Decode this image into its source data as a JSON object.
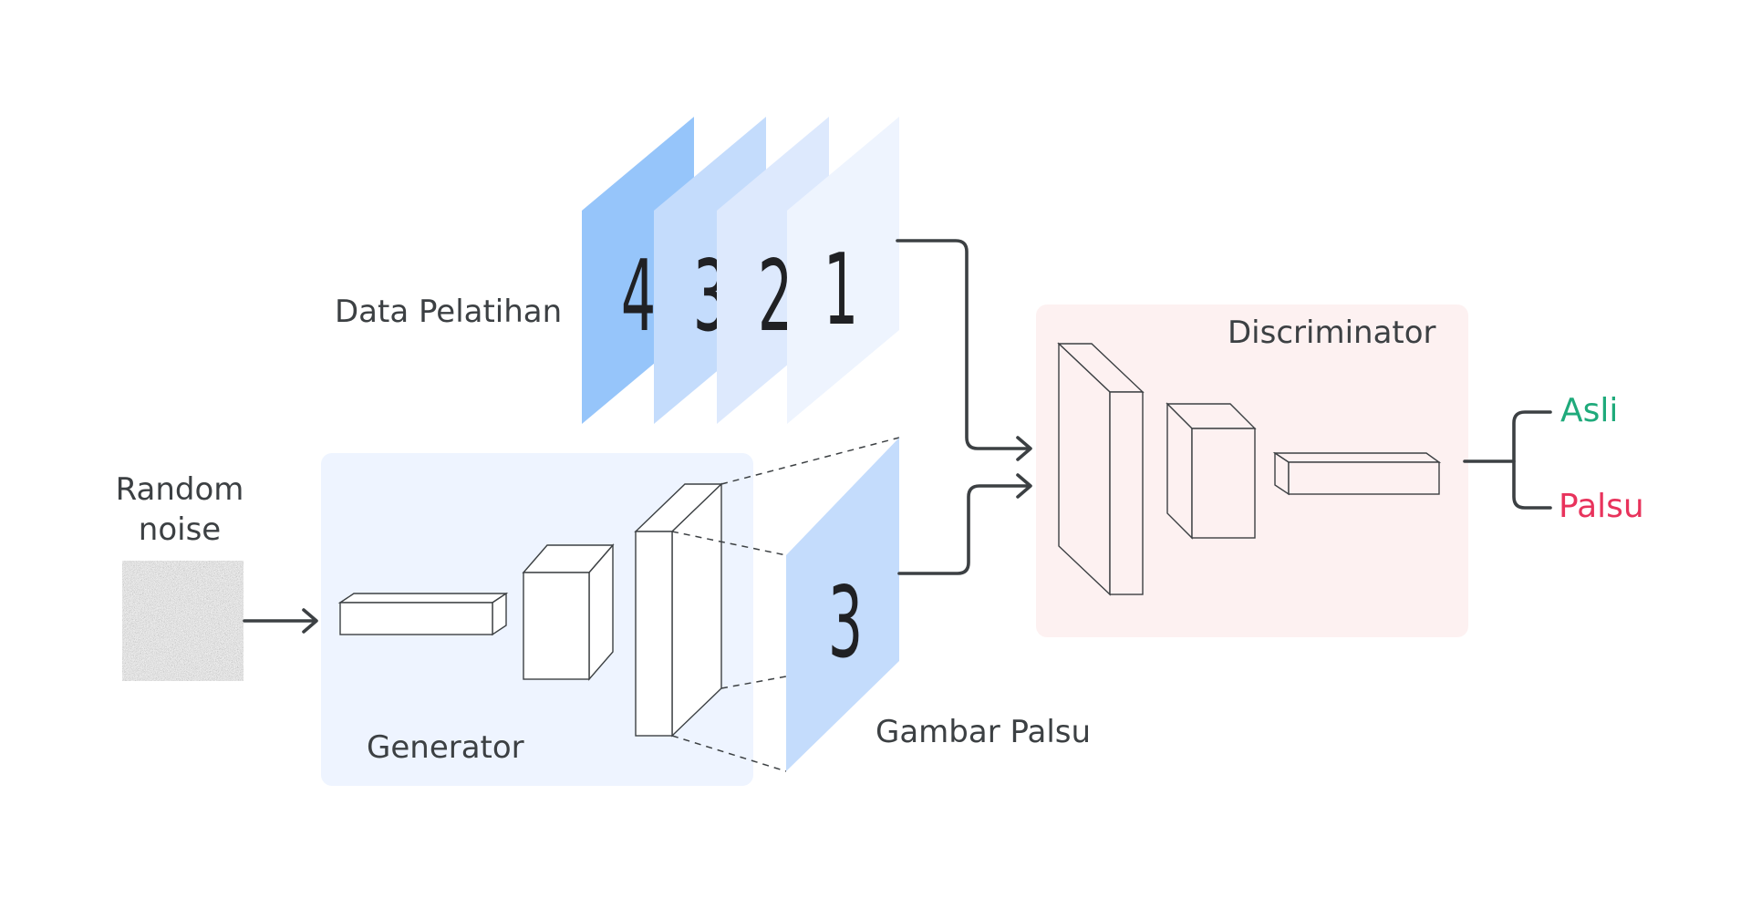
{
  "labels": {
    "training_data": "Data Pelatihan",
    "random_noise_line1": "Random",
    "random_noise_line2": "noise",
    "generator": "Generator",
    "fake_image": "Gambar Palsu",
    "discriminator": "Discriminator",
    "output_real": "Asli",
    "output_fake": "Palsu"
  },
  "training_digits": [
    "4",
    "3",
    "2",
    "1"
  ],
  "fake_digit": "3",
  "colors": {
    "generator_panel": "#eef4ff",
    "discriminator_panel": "#fdf1f1",
    "real_output": "#1faa7b",
    "fake_output": "#e8335c",
    "line": "#3c4043",
    "card_blues": [
      "#96c5fa",
      "#c4dcfc",
      "#dde9fd",
      "#eef4fe"
    ],
    "fake_card": "#c4dcfc"
  }
}
